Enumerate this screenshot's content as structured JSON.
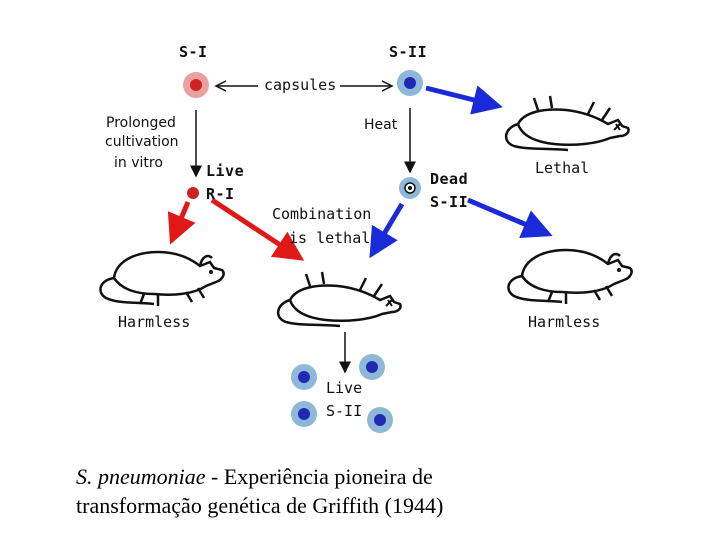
{
  "diagram": {
    "labels": {
      "s1": "S-I",
      "s2": "S-II",
      "capsules": "capsules",
      "prolonged_line1": "Prolonged",
      "prolonged_line2": "cultivation",
      "prolonged_line3": "in vitro",
      "heat": "Heat",
      "live_r1_line1": "Live",
      "live_r1_line2": "R-I",
      "dead_s2_line1": "Dead",
      "dead_s2_line2": "S-II",
      "lethal": "Lethal",
      "combination_line1": "Combination",
      "combination_line2": "is lethal",
      "harmless_left": "Harmless",
      "harmless_right": "Harmless",
      "live_s2_line1": "Live",
      "live_s2_line2": "S-II"
    },
    "colors": {
      "red_arrow": "#e01818",
      "blue_arrow": "#1a2ad8",
      "bacterium_dark": "#1e2ab4",
      "s1_core": "#cc2222",
      "capsule_halo": "#8fb8d8",
      "red_halo": "#e8a0a0"
    }
  },
  "caption": {
    "species": "S. pneumoniae",
    "rest_line1": " - Experiência pioneira de",
    "line2": "transformação genética de Griffith (1944)"
  }
}
